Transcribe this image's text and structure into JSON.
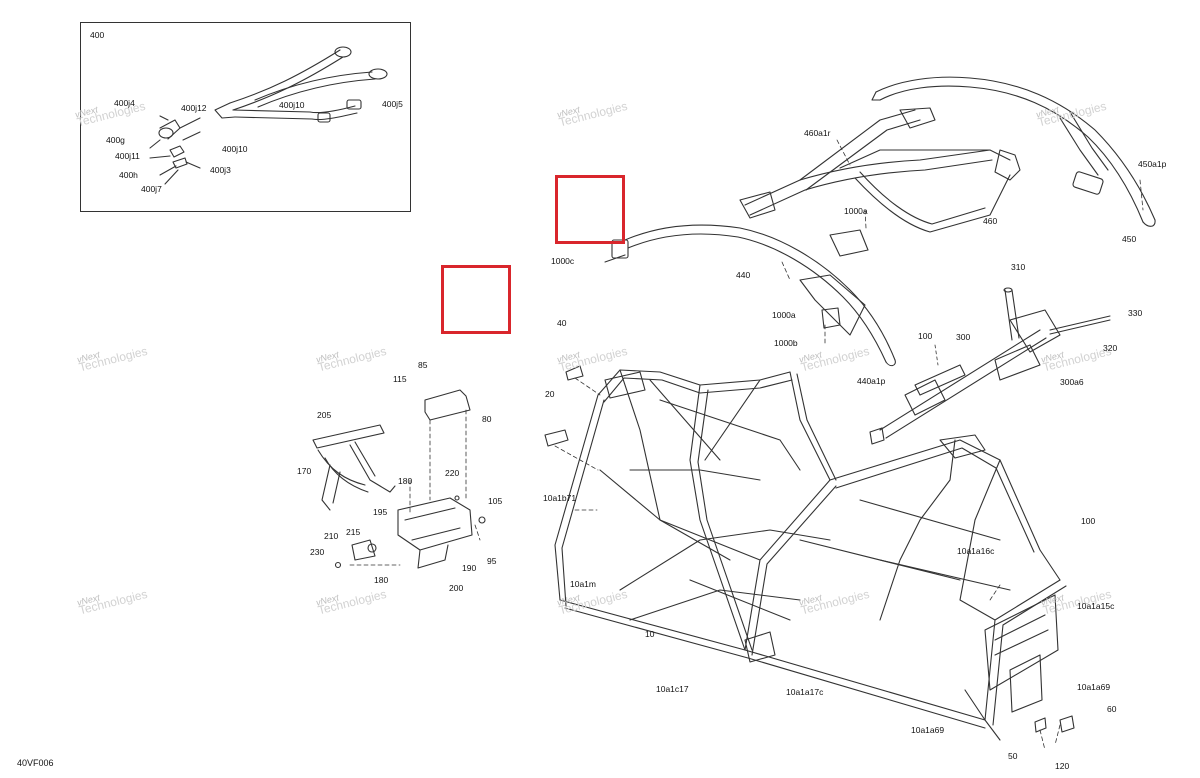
{
  "diagram": {
    "code": "40VF006",
    "inset_label": "400",
    "watermark": {
      "line1": "vNext",
      "line2": "Technologies"
    },
    "highlight_color": "#d9262c",
    "inset_labels": [
      "400j4",
      "400j12",
      "400j10",
      "400j5",
      "400g",
      "400j11",
      "400j10",
      "400h",
      "400j3",
      "400j7"
    ],
    "seat_bracket_labels": [
      "85",
      "115",
      "80",
      "205",
      "170",
      "180",
      "220",
      "195",
      "105",
      "210",
      "215",
      "230",
      "180",
      "190",
      "95",
      "200"
    ],
    "frame_labels": [
      "460a1r",
      "1000a",
      "460",
      "450a1p",
      "450",
      "1000c",
      "440",
      "1000a",
      "1000b",
      "440a1p",
      "310",
      "330",
      "100",
      "300",
      "320",
      "300a6",
      "40",
      "20",
      "10a1b71",
      "10a1m",
      "10",
      "10a1c17",
      "10a1a17c",
      "10a1a69",
      "10a1a69",
      "100",
      "10a1a16c",
      "10a1a15c",
      "60",
      "50",
      "120"
    ]
  }
}
